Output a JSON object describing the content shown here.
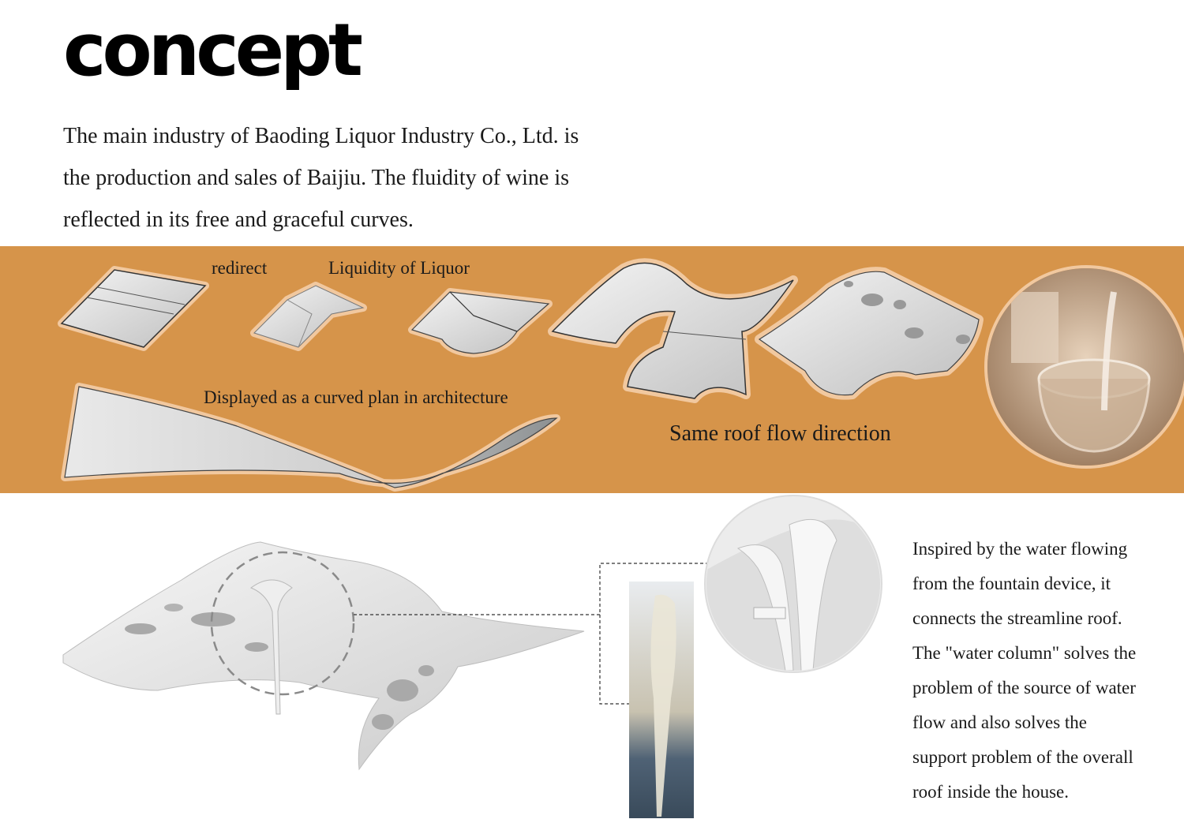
{
  "header": {
    "title": "concept"
  },
  "intro": {
    "lines": [
      "The main industry of Baoding Liquor Industry Co., Ltd. is",
      "the production and sales of Baijiu. The fluidity of wine is",
      "reflected in its free and graceful curves."
    ]
  },
  "band": {
    "label_redirect": "redirect",
    "label_liquidity": "Liquidity of Liquor",
    "label_curved_plan": "Displayed as a curved plan in architecture",
    "label_roof_flow": "Same roof flow direction"
  },
  "description": {
    "lines": [
      "Inspired by the water flowing",
      "from the fountain device, it",
      "connects the streamline roof.",
      "The \"water column\" solves the",
      "problem of the source of water",
      "flow and also solves the",
      "support problem of the overall",
      "roof inside the house."
    ]
  },
  "colors": {
    "band": "#d6944a",
    "halo": "#f1c89f",
    "text": "#1a1a1a"
  }
}
